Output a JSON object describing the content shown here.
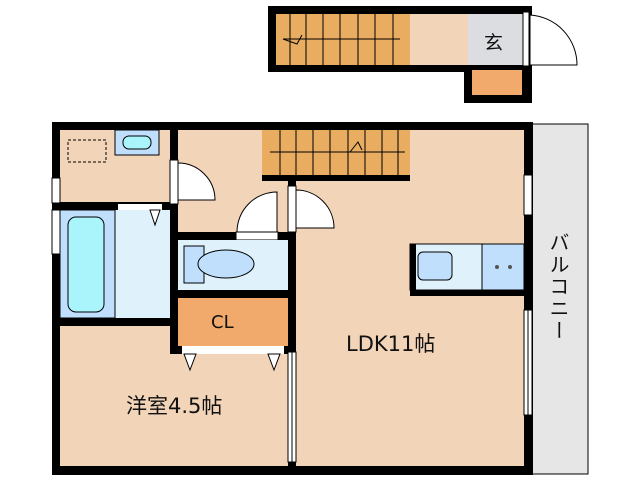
{
  "rooms": {
    "entrance": "玄",
    "closet": "CL",
    "ldk": "LDK11帖",
    "western_room": "洋室4.5帖",
    "balcony": "バルコニー"
  },
  "colors": {
    "floor": "#f2d4b8",
    "stairs": "#e8ad60",
    "entrance": "#dcdde0",
    "closet": "#f2a96c",
    "wet_area": "#dff2fc",
    "fixture": "#bfdffc",
    "tub": "#aaf4fc",
    "balcony": "#e6e6e6",
    "wall": "#000000"
  }
}
